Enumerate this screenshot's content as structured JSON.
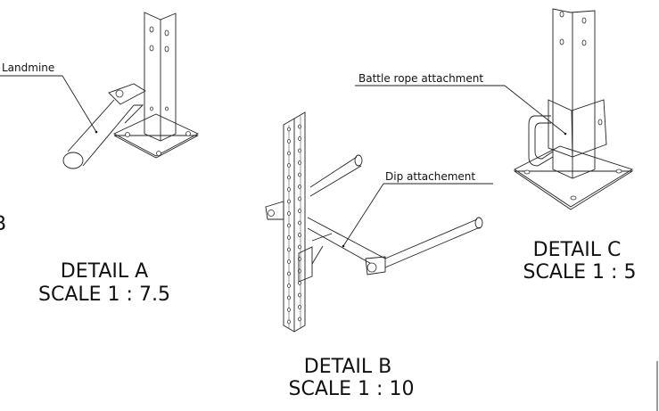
{
  "callouts": {
    "landmine": "Landmine",
    "dip": "Dip attachement",
    "battle_rope": "Battle rope attachment"
  },
  "details": {
    "a": {
      "title": "DETAIL A",
      "scale": "SCALE 1 : 7.5"
    },
    "b": {
      "title": "DETAIL B",
      "scale": "SCALE 1 : 10"
    },
    "c": {
      "title": "DETAIL C",
      "scale": "SCALE 1 : 5"
    }
  },
  "edge_label": "B"
}
